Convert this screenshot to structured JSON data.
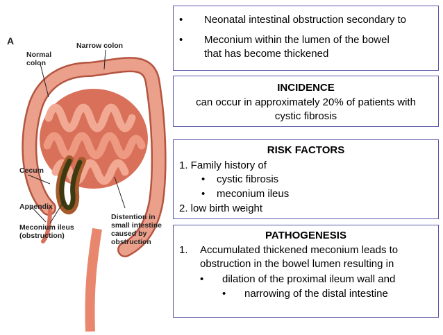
{
  "figure": {
    "panel_letter": "A",
    "labels": {
      "normal_colon": [
        "Normal",
        "colon"
      ],
      "narrow_colon": "Narrow colon",
      "cecum": "Cecum",
      "appendix": "Appendix",
      "meconium_ileus": [
        "Meconium ileus",
        "(obstruction)"
      ],
      "distention": [
        "Distention in",
        "small intestine",
        "caused by",
        "obstruction"
      ]
    },
    "colors": {
      "intestine": "#e9866e",
      "intestine_dark": "#b4543f",
      "meconium": "#3d3a12"
    }
  },
  "intro": {
    "bullets": [
      "Neonatal intestinal obstruction secondary to",
      "Meconium within the lumen of the bowel",
      "that has become thickened"
    ],
    "bullet_symbol": "•"
  },
  "incidence": {
    "heading": "INCIDENCE",
    "lines": [
      "can occur in approximately 20% of patients with",
      "cystic fibrosis"
    ]
  },
  "risk_factors": {
    "heading": "RISK FACTORS",
    "item1": "1.  Family history of",
    "sub1": "cystic fibrosis",
    "sub2": "meconium ileus",
    "item2": "2.  low birth weight"
  },
  "pathogenesis": {
    "heading": "PATHOGENESIS",
    "num": "1.",
    "line1": "Accumulated thickened meconium leads to",
    "line2": "obstruction in the bowel lumen resulting in",
    "sub1": "dilation of the proximal ileum wall and",
    "sub2": "narrowing of the distal intestine"
  }
}
